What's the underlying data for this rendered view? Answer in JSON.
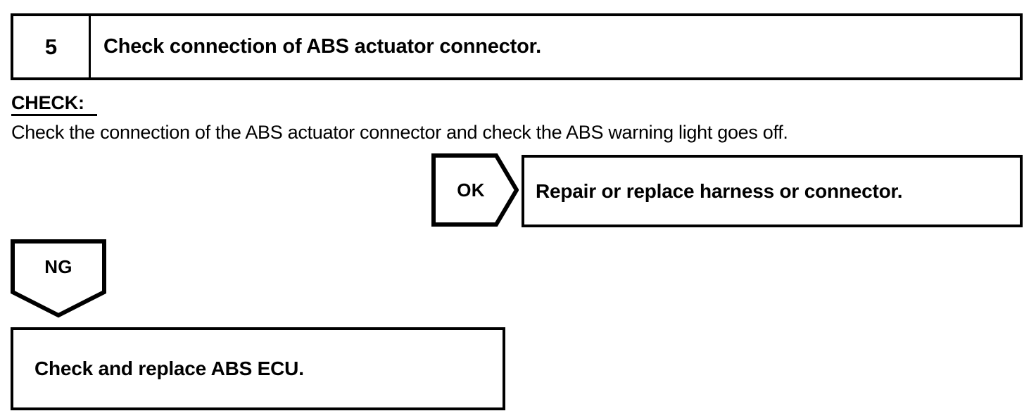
{
  "step": {
    "number": "5",
    "title": "Check connection of ABS actuator connector."
  },
  "check_section": {
    "label": "CHECK:",
    "body": "Check the connection of the ABS actuator connector and check the ABS warning light goes off."
  },
  "branches": {
    "ok": {
      "label": "OK",
      "result": "Repair or replace harness or connector."
    },
    "ng": {
      "label": "NG",
      "result": "Check and replace ABS ECU."
    }
  },
  "colors": {
    "ink": "#000000",
    "paper": "#ffffff"
  }
}
